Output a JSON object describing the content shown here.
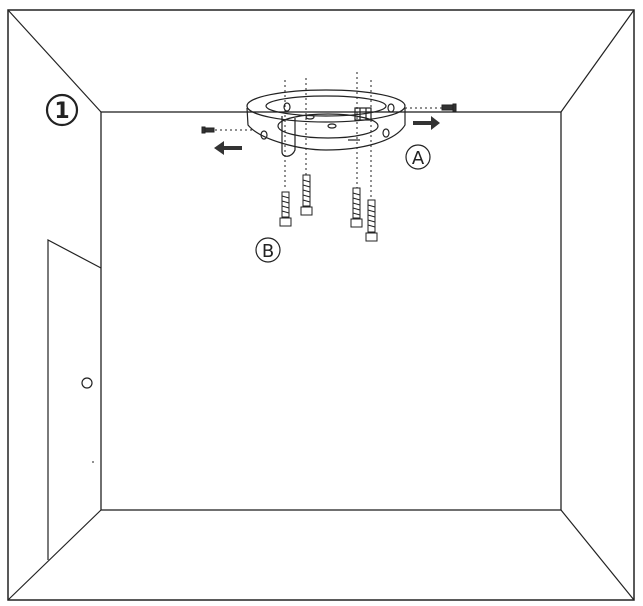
{
  "step": {
    "number": "1"
  },
  "callouts": {
    "a": {
      "letter": "A"
    },
    "b": {
      "letter": "B"
    }
  },
  "colors": {
    "line": "#222222",
    "arrow": "#333333",
    "background": "#ffffff"
  }
}
